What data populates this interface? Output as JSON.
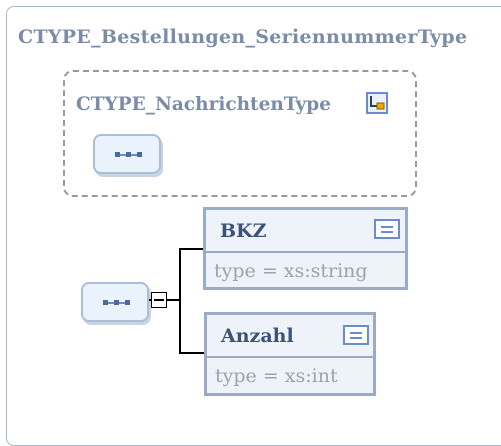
{
  "complex_type": {
    "title": "CTYPE_Bestellungen_SeriennummerType"
  },
  "reference_group": {
    "title": "CTYPE_NachrichtenType"
  },
  "elements": [
    {
      "name": "BKZ",
      "type": "type = xs:string"
    },
    {
      "name": "Anzahl",
      "type": "type = xs:int"
    }
  ]
}
